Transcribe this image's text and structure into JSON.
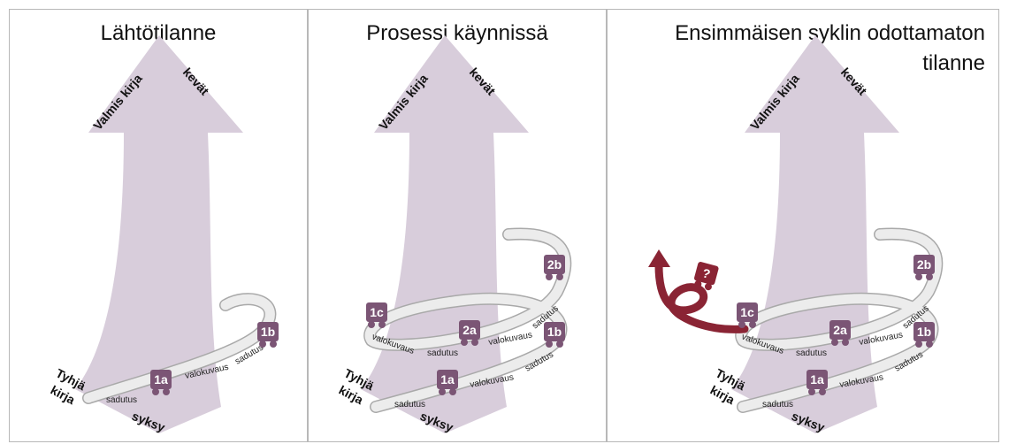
{
  "panels": [
    {
      "title": "Lähtötilanne",
      "arrow_left_label": "Valmis kirja",
      "arrow_right_label": "kevät",
      "start_label_1": "Tyhjä",
      "start_label_2": "kirja",
      "bottom_label": "syksy",
      "badges": [
        "1a",
        "1b"
      ],
      "track_labels": [
        "sadutus",
        "valokuvaus",
        "sadutus"
      ]
    },
    {
      "title": "Prosessi käynnissä",
      "arrow_left_label": "Valmis kirja",
      "arrow_right_label": "kevät",
      "start_label_1": "Tyhjä",
      "start_label_2": "kirja",
      "bottom_label": "syksy",
      "badges": [
        "1a",
        "1b",
        "1c",
        "2a",
        "2b"
      ],
      "track_labels": [
        "sadutus",
        "valokuvaus",
        "sadutus",
        "valokuvaus",
        "sadutus",
        "valokuvaus",
        "sadutus"
      ]
    },
    {
      "title_line1": "Ensimmäisen syklin odottamaton",
      "title_line2": "tilanne",
      "arrow_left_label": "Valmis kirja",
      "arrow_right_label": "kevät",
      "start_label_1": "Tyhjä",
      "start_label_2": "kirja",
      "bottom_label": "syksy",
      "badges": [
        "1a",
        "1b",
        "1c",
        "2a",
        "2b",
        "?"
      ],
      "track_labels": [
        "sadutus",
        "valokuvaus",
        "sadutus",
        "valokuvaus",
        "sadutus",
        "valokuvaus",
        "sadutus"
      ]
    }
  ],
  "colors": {
    "arrow": "#d8cddb",
    "track_fill": "#ececec",
    "track_stroke": "#a9a9a9",
    "badge": "#7b5575",
    "unexpected_arrow": "#8a2434"
  }
}
